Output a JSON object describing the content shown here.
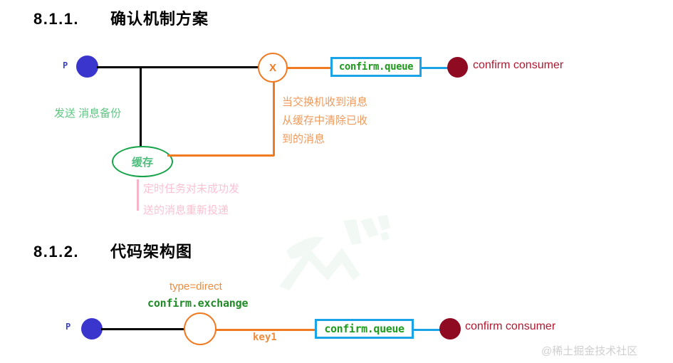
{
  "headings": {
    "section1": {
      "number": "8.1.1.",
      "title": "确认机制方案"
    },
    "section2": {
      "number": "8.1.2.",
      "title": "代码架构图"
    }
  },
  "diagram1": {
    "producer_label": "P",
    "exchange_glyph": "X",
    "queue_box_label": "confirm.queue",
    "consumer_label": "confirm consumer",
    "send_backup_label": "发送 消息备份",
    "cache_label": "缓存",
    "exchange_note": "当交换机收到消息\n从缓存中清除已收\n到的消息",
    "retry_note": "定时任务对未成功发\n送的消息重新投递"
  },
  "diagram2": {
    "type_label": "type=direct",
    "exchange_name": "confirm.exchange",
    "producer_label": "P",
    "routing_key_label": "key1",
    "queue_box_label": "confirm.queue",
    "consumer_label": "confirm consumer"
  },
  "watermark": {
    "corner_text": "@稀土掘金技术社区"
  },
  "colors": {
    "producer_blue": "#3a35cc",
    "consumer_red": "#8f0b22",
    "consumer_text_red": "#b01830",
    "exchange_orange": "#ef7a22",
    "note_orange": "#ef9a5b",
    "queue_border_cyan": "#1ba3e8",
    "queue_text_green": "#1f9a1f",
    "cache_green": "#16a34a",
    "send_label_green": "#5fc583",
    "retry_pink": "#fbc2d2",
    "heading_black": "#000000"
  }
}
